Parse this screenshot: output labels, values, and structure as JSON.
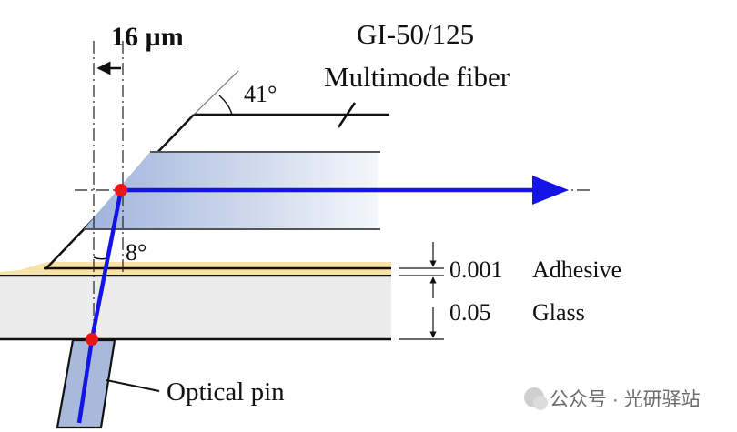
{
  "labels": {
    "offset": "16 µm",
    "fiber_type": "GI-50/125",
    "fiber_desc": "Multimode fiber",
    "mirror_angle": "41°",
    "refraction_angle": "8°",
    "adhesive_thickness": "0.001",
    "adhesive": "Adhesive",
    "glass_thickness": "0.05",
    "glass": "Glass",
    "optical_pin": "Optical pin"
  },
  "watermark": {
    "text": "公众号 · 光研驿站"
  },
  "colors": {
    "beam": "#1414e6",
    "core_gradient_start": "#9fb2da",
    "core_gradient_end": "#f4f7fb",
    "adhesive": "#f7e3a8",
    "glass": "#ececec",
    "pin": "#a8b9dc",
    "point": "#e81818",
    "line": "#111111"
  }
}
